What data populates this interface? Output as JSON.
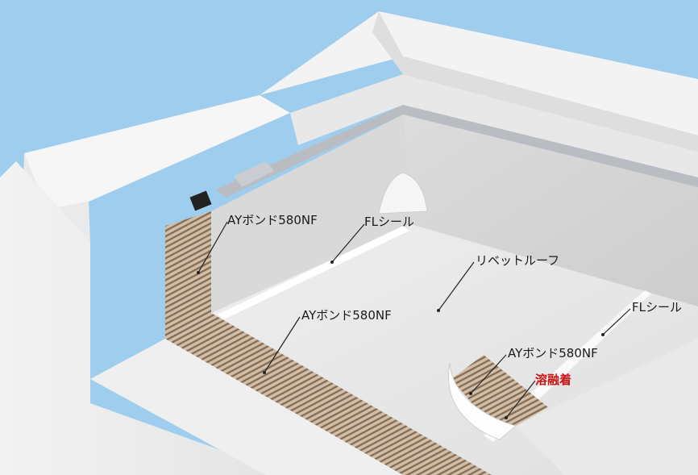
{
  "labels": {
    "bond_top": "AYボンド580NF",
    "fl_seal_top": "FLシール",
    "rivet_roof": "リベットルーフ",
    "bond_middle": "AYボンド580NF",
    "fl_seal_right": "FLシール",
    "bond_bottom": "AYボンド580NF",
    "fusion": "溶融着"
  },
  "colors": {
    "sky": "#9fcdee",
    "concrete": "#eeeeee",
    "membrane": "#e6e6e6",
    "adhesive": "#a98d73",
    "fusion_label": "#c81414"
  }
}
